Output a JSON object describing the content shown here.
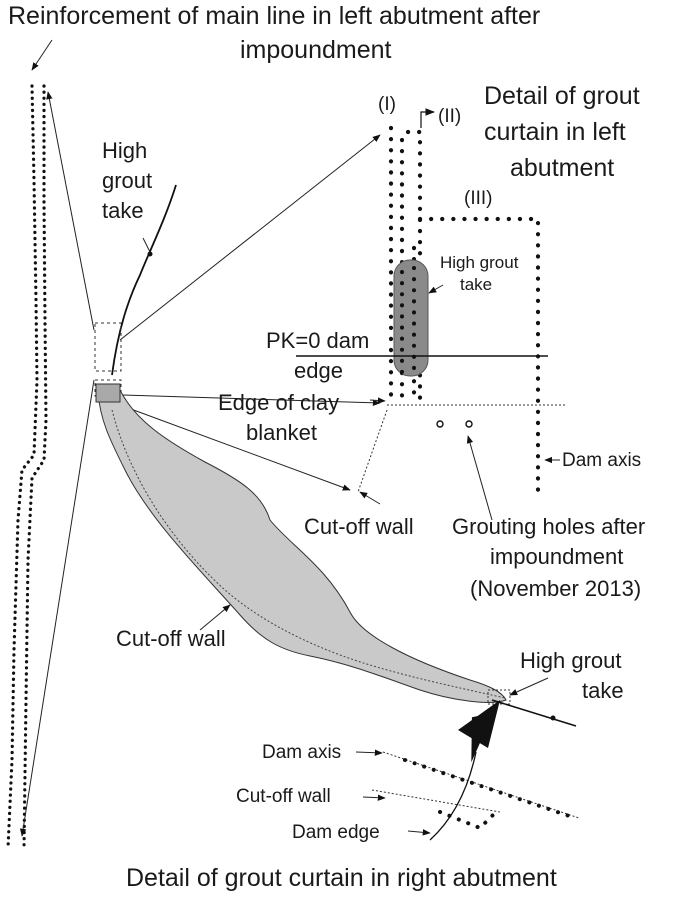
{
  "labels": {
    "main_title_line1": "Reinforcement of main line in left abutment after",
    "main_title_line2": "impoundment",
    "left_detail_line1": "Detail of grout",
    "left_detail_line2": "curtain in left",
    "left_detail_line3": "abutment",
    "row_i": "(I)",
    "row_ii": "(II)",
    "row_iii": "(III)",
    "high_grout_take_left_1": "High",
    "high_grout_take_left_2": "grout",
    "high_grout_take_left_3": "take",
    "high_grout_take_inset_1": "High grout",
    "high_grout_take_inset_2": "take",
    "pk_line1": "PK=0 dam",
    "pk_line2": "edge",
    "clay_line1": "Edge of clay",
    "clay_line2": "blanket",
    "dam_axis_left": "Dam axis",
    "cutoff_wall_upper": "Cut-off wall",
    "grouting_holes_1": "Grouting holes after",
    "grouting_holes_2": "impoundment",
    "grouting_holes_3": "(November 2013)",
    "cutoff_wall_main": "Cut-off wall",
    "high_grout_take_right_1": "High  grout",
    "high_grout_take_right_2": "take",
    "dam_axis_right": "Dam axis",
    "cutoff_wall_right": "Cut-off wall",
    "dam_edge_right": "Dam edge",
    "right_detail_title": "Detail of grout curtain in right abutment"
  },
  "colors": {
    "ink": "#111111",
    "text": "#1a1a1a",
    "dam_fill": "#c9c9c9",
    "grout_zone_fill": "#8a8a8a",
    "background": "#ffffff"
  }
}
